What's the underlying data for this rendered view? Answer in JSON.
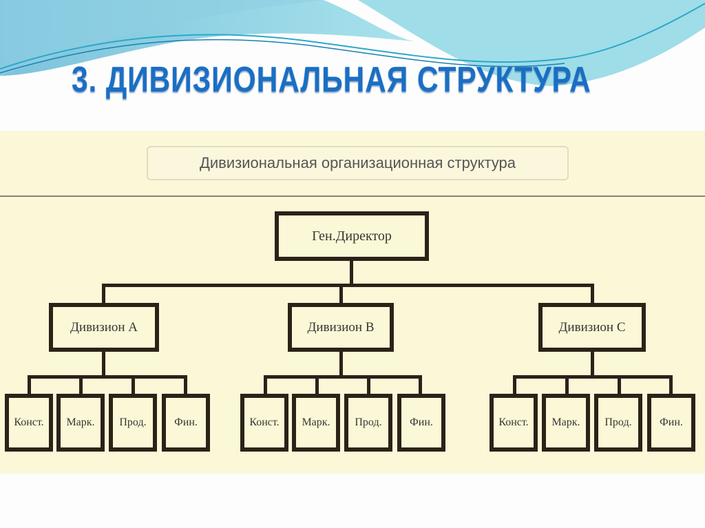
{
  "slide": {
    "title": "3. ДИВИЗИОНАЛЬНАЯ СТРУКТУРА"
  },
  "diagram": {
    "header": "Дивизиональная организационная структура",
    "root": "Ген.Директор",
    "divisions": [
      {
        "label": "Дивизион А",
        "units": [
          "Конст.",
          "Марк.",
          "Прод.",
          "Фин."
        ]
      },
      {
        "label": "Дивизион В",
        "units": [
          "Конст.",
          "Марк.",
          "Прод.",
          "Фин."
        ]
      },
      {
        "label": "Дивизион С",
        "units": [
          "Конст.",
          "Марк.",
          "Прод.",
          "Фин."
        ]
      }
    ]
  }
}
